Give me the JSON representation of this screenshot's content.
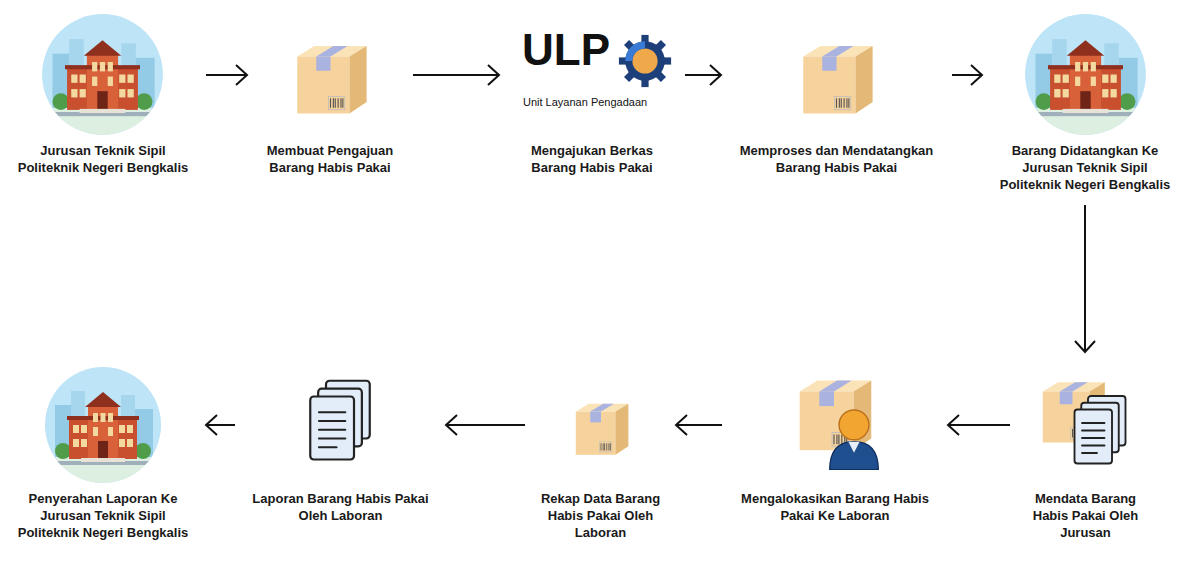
{
  "diagram": {
    "nodes": [
      {
        "text": [
          "Jurusan Teknik Sipil Politeknik Negeri Bengkalis"
        ]
      },
      {
        "text": [
          "Membuat Pengajuan Barang Habis Pakai"
        ]
      },
      {
        "text": [
          "ULP",
          "Unit Layanan Pengadaan",
          "Mengajukan Berkas Barang Habis Pakai"
        ]
      },
      {
        "text": [
          "Memproses dan Mendatangkan Barang Habis Pakai"
        ]
      },
      {
        "text": [
          "Barang Didatangkan Ke Jurusan Teknik Sipil Politeknik Negeri Bengkalis"
        ]
      },
      {
        "text": [
          "Mendata Barang Habis Pakai Oleh Jurusan"
        ]
      },
      {
        "text": [
          "Mengalokasikan Barang Habis Pakai Ke Laboran"
        ]
      },
      {
        "text": [
          "Rekap Data Barang Habis Pakai Oleh Laboran"
        ]
      },
      {
        "text": [
          "Laporan Barang Habis Pakai Oleh Laboran"
        ]
      },
      {
        "text": [
          "Penyerahan Laporan Ke Jurusan Teknik Sipil Politeknik Negeri Bengkalis"
        ]
      }
    ],
    "edges": [
      {
        "from": 0,
        "to": 1,
        "arrow": "to"
      },
      {
        "from": 1,
        "to": 2,
        "arrow": "to"
      },
      {
        "from": 2,
        "to": 3,
        "arrow": "to"
      },
      {
        "from": 3,
        "to": 4,
        "arrow": "to"
      },
      {
        "from": 4,
        "to": 5,
        "arrow": "to"
      },
      {
        "from": 5,
        "to": 6,
        "arrow": "to"
      },
      {
        "from": 6,
        "to": 7,
        "arrow": "to"
      },
      {
        "from": 7,
        "to": 8,
        "arrow": "to"
      },
      {
        "from": 8,
        "to": 9,
        "arrow": "to"
      }
    ]
  }
}
